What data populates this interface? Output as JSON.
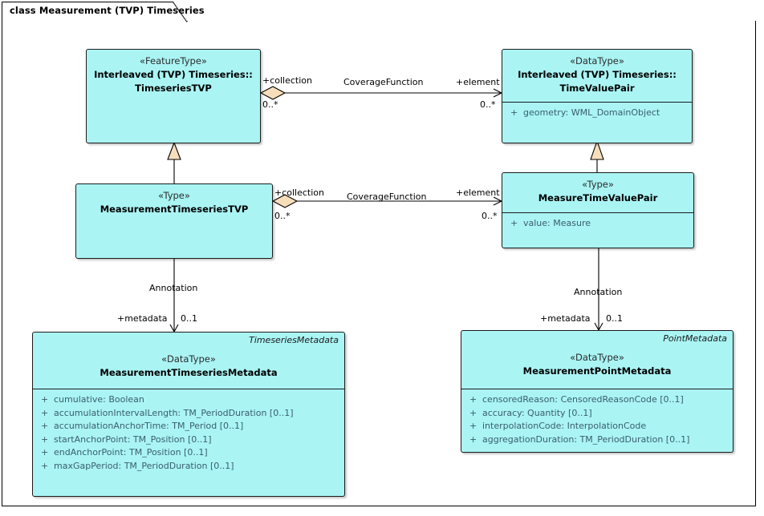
{
  "diagram": {
    "title": "class Measurement (TVP) Timeseries",
    "accent_fill": "#aaf4f4",
    "border_color": "#1b1b1b",
    "arrow_fill": "#f7debb",
    "attribute_color": "#3a5e6e"
  },
  "classes": [
    {
      "id": "timeseriesTVP",
      "alias": "",
      "stereotype": "«FeatureType»",
      "name_lines": [
        "Interleaved (TVP) Timeseries::",
        "TimeseriesTVP"
      ],
      "attributes": []
    },
    {
      "id": "timeValuePair",
      "alias": "",
      "stereotype": "«DataType»",
      "name_lines": [
        "Interleaved (TVP) Timeseries::",
        "TimeValuePair"
      ],
      "attributes": [
        {
          "visibility": "+",
          "text": "geometry: WML_DomainObject"
        }
      ]
    },
    {
      "id": "measurementTimeseriesTVP",
      "alias": "",
      "stereotype": "«Type»",
      "name_lines": [
        "MeasurementTimeseriesTVP"
      ],
      "attributes": []
    },
    {
      "id": "measureTimeValuePair",
      "alias": "",
      "stereotype": "«Type»",
      "name_lines": [
        "MeasureTimeValuePair"
      ],
      "attributes": [
        {
          "visibility": "+",
          "text": "value: Measure"
        }
      ]
    },
    {
      "id": "measurementTimeseriesMetadata",
      "alias": "TimeseriesMetadata",
      "stereotype": "«DataType»",
      "name_lines": [
        "MeasurementTimeseriesMetadata"
      ],
      "attributes": [
        {
          "visibility": "+",
          "text": "cumulative: Boolean"
        },
        {
          "visibility": "+",
          "text": "accumulationIntervalLength: TM_PeriodDuration [0..1]"
        },
        {
          "visibility": "+",
          "text": "accumulationAnchorTime: TM_Period [0..1]"
        },
        {
          "visibility": "+",
          "text": "startAnchorPoint: TM_Position [0..1]"
        },
        {
          "visibility": "+",
          "text": "endAnchorPoint: TM_Position [0..1]"
        },
        {
          "visibility": "+",
          "text": "maxGapPeriod: TM_PeriodDuration [0..1]"
        }
      ]
    },
    {
      "id": "measurementPointMetadata",
      "alias": "PointMetadata",
      "stereotype": "«DataType»",
      "name_lines": [
        "MeasurementPointMetadata"
      ],
      "attributes": [
        {
          "visibility": "+",
          "text": "censoredReason: CensoredReasonCode [0..1]"
        },
        {
          "visibility": "+",
          "text": "accuracy: Quantity [0..1]"
        },
        {
          "visibility": "+",
          "text": "interpolationCode: InterpolationCode"
        },
        {
          "visibility": "+",
          "text": "aggregationDuration: TM_PeriodDuration [0..1]"
        }
      ]
    }
  ],
  "connectors": [
    {
      "id": "coverage-top",
      "name": "CoverageFunction",
      "source_role": "+collection",
      "source_mult": "0..*",
      "target_role": "+element",
      "target_mult": "0..*"
    },
    {
      "id": "coverage-mid",
      "name": "CoverageFunction",
      "source_role": "+collection",
      "source_mult": "0..*",
      "target_role": "+element",
      "target_mult": "0..*"
    },
    {
      "id": "annotation-left",
      "name": "Annotation",
      "target_role": "+metadata",
      "target_mult": "0..1"
    },
    {
      "id": "annotation-right",
      "name": "Annotation",
      "target_role": "+metadata",
      "target_mult": "0..1"
    }
  ]
}
